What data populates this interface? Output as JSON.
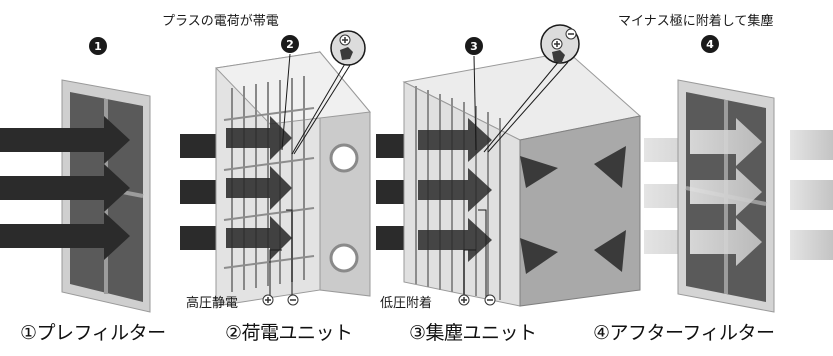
{
  "callouts": {
    "plus_charge": "プラスの電荷が帯電",
    "minus_adhere": "マイナス極に附着して集塵",
    "high_voltage": "高圧静電",
    "low_voltage": "低圧附着"
  },
  "markers": [
    "1",
    "2",
    "3",
    "4"
  ],
  "captions": [
    "①プレフィルター",
    "②荷電ユニット",
    "③集塵ユニット",
    "④アフターフィルター"
  ],
  "colors": {
    "arrow_dark": "#2b2b2b",
    "arrow_light": "#cfcfcf",
    "panel_dark": "#5a5a5a",
    "frame_light": "#d9d9d9",
    "box_gray": "#a9a9a9"
  }
}
